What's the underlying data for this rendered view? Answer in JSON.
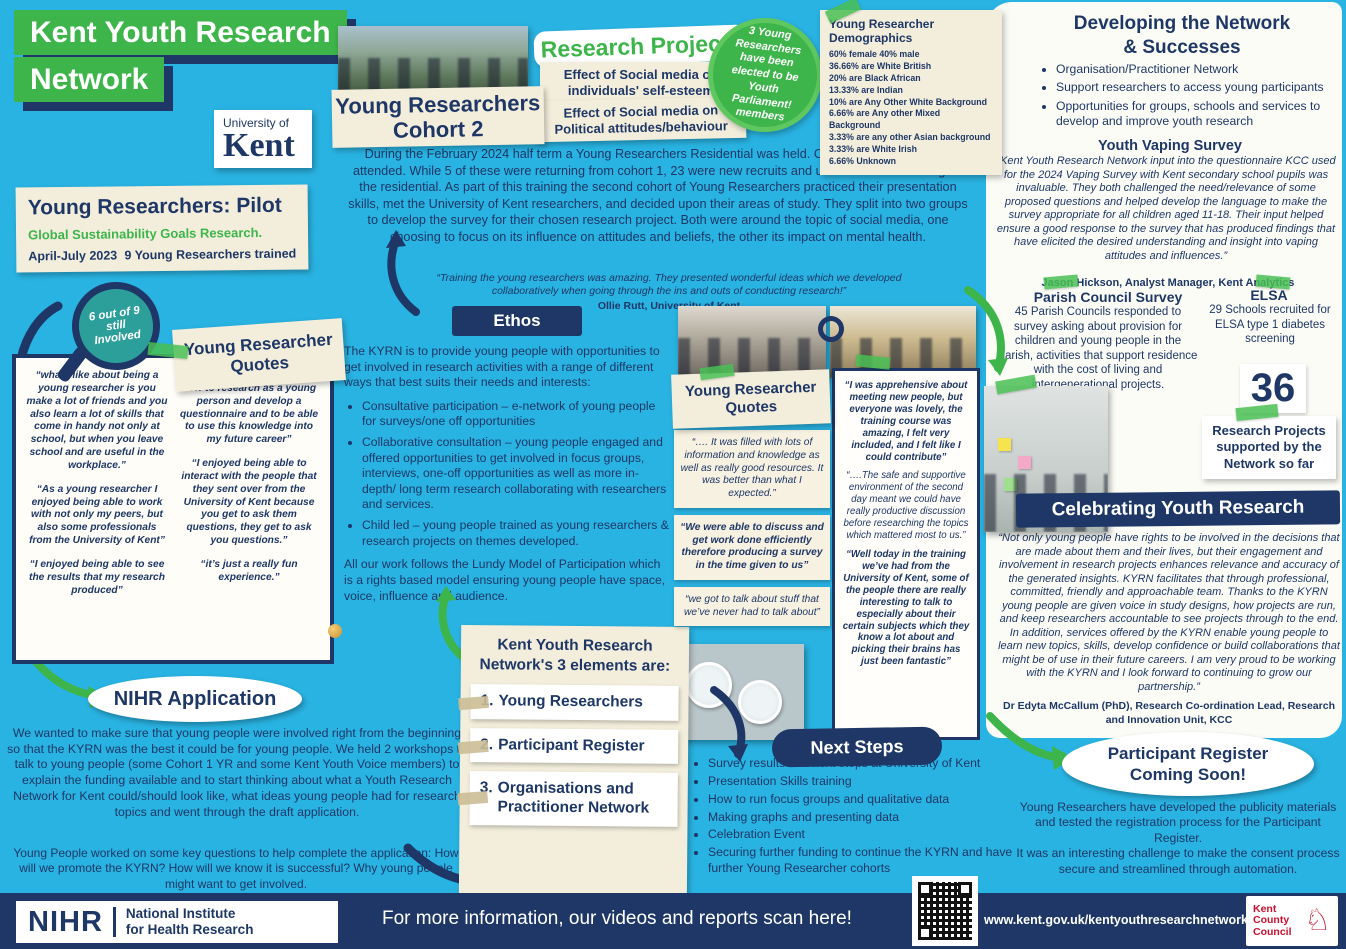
{
  "colors": {
    "background": "#29b3e2",
    "navy": "#1e3766",
    "green": "#3db54a",
    "paper": "#f3eedc",
    "kent_red": "#c8102e"
  },
  "header": {
    "line1": "Kent Youth Research",
    "line2": "Network"
  },
  "uok": {
    "small": "University of",
    "big": "Kent"
  },
  "pilot": {
    "title": "Young Researchers: Pilot",
    "subtitle": "Global Sustainability Goals Research.",
    "date": "April-July 2023",
    "trained": "9 Young Researchers trained"
  },
  "badges": {
    "six_of_nine": "6 out of 9 still Involved",
    "youth_parliament": "3 Young Researchers have been elected to be Youth Parliament! members"
  },
  "quotes_left": {
    "title": "Young Researcher Quotes",
    "col1": [
      "“what I like about being a young researcher is you make a lot of friends and you also learn a lot of skills that come in handy not only at school, but when you leave school and are useful in the workplace.”",
      "“As a young researcher I enjoyed being able to work with not only my peers, but also some professionals from the University of Kent”",
      "“I enjoyed being able to see the results that my research produced”"
    ],
    "col2": [
      "“I’ve learned the skills and how to research as a young person and develop a questionnaire and to be able to use this knowledge into my future career”",
      "“I enjoyed being able to interact with the people that they sent over from the University of Kent because you get to ask them questions, they get to ask you questions.”",
      "“it’s just a really fun experience.”"
    ]
  },
  "cohort2": {
    "title1": "Young Researchers",
    "title2": "Cohort 2",
    "body": "During the February 2024 half term a Young Researchers Residential was held. Overall 28 young people attended. While 5 of these were returning from cohort 1, 23 were new recruits and undertook their training on the residential. As part of this training the second cohort of Young Researchers practiced their presentation skills, met the University of Kent researchers, and decided upon their areas of study. They split into two groups to develop the survey for their chosen research project. Both were around the topic of social media, one choosing to focus on its influence on attitudes and beliefs, the other its impact on mental health.",
    "quote": "“Training the young researchers was amazing. They presented wonderful ideas which we developed collaboratively when going through the ins and outs of conducting research!”",
    "attribution": "Ollie Rutt, University of Kent"
  },
  "research_projects": {
    "title": "Research Projects",
    "project1": "Effect of Social media on individuals' self-esteem",
    "project2": "Effect of Social media on Political attitudes/behaviour"
  },
  "demographics": {
    "title": "Young Researcher Demographics",
    "rows": [
      "60% female 40% male",
      "36.66% are White British",
      "20% are Black African",
      "13.33% are Indian",
      "10% are Any Other White Background",
      "6.66% are Any other Mixed Background",
      "3.33% are any other Asian background",
      "3.33% are White Irish",
      "6.66% Unknown"
    ]
  },
  "developing": {
    "title1": "Developing the Network",
    "title2": "& Successes",
    "bullets": [
      "Organisation/Practitioner Network",
      "Support researchers to access young participants",
      "Opportunities for groups, schools and services to develop and improve youth research"
    ]
  },
  "vaping": {
    "title": "Youth Vaping Survey",
    "quote": "“Kent Youth Research Network input into the questionnaire KCC used for the 2024 Vaping Survey with Kent secondary school pupils was invaluable. They both challenged the need/relevance of some proposed questions and helped develop the language to make the survey appropriate for all children aged 11-18. Their input helped ensure a good response to the survey that has produced findings that have elicited the desired understanding and insight into vaping attitudes and influences.”",
    "attribution": "Jason Hickson, Analyst Manager, Kent Analytics"
  },
  "ethos": {
    "title": "Ethos",
    "intro": "The KYRN is to provide young people with opportunities to get involved in research activities with a range of different ways that best suits their needs and interests:",
    "bullets": [
      "Consultative participation – e-network of young people for surveys/one off opportunities",
      "Collaborative consultation – young people engaged and offered opportunities to get involved in focus groups, interviews, one-off opportunities as well as more in-depth/ long term research collaborating with researchers and services.",
      "Child led – young people trained as young researchers & research projects on themes developed."
    ],
    "lundy": "All our work follows the Lundy Model of Participation which is a rights based model ensuring young people have space, voice, influence and audience."
  },
  "quotes_mid": {
    "title": "Young Researcher Quotes",
    "col1": [
      "“…. It was filled with lots of information and knowledge as well as really good resources. It was better than what I expected.”",
      "“We were able to discuss and get work done efficiently therefore producing a survey in the time given to us”",
      "“we got to talk about stuff that we’ve never had to talk about”"
    ],
    "col2": [
      "“I was apprehensive about meeting new people, but everyone was lovely, the training course was amazing, I felt very included, and I felt like I could contribute”",
      "“….The safe and supportive environment of the second day meant we could have really productive discussion before researching the topics which mattered most to us.”",
      "“Well today in the training we’ve had from the University of Kent, some of the people there are really interesting to talk to especially about their certain subjects which they know a lot about and picking their brains has just been fantastic”"
    ]
  },
  "parish": {
    "title": "Parish Council Survey",
    "body": "45 Parish Councils responded to survey asking about provision for children and young people in the parish, activities that support residence with the cost of living and intergenerational projects."
  },
  "elsa": {
    "title": "ELSA",
    "body": "29 Schools recruited for ELSA type 1 diabetes screening"
  },
  "projects36": {
    "number": "36",
    "label": "Research Projects supported by the Network so far"
  },
  "celebrating": {
    "title": "Celebrating Youth Research",
    "quote": "“Not only young people have rights to be involved in the decisions that are made about them and their lives, but their engagement and involvement in research projects enhances relevance and accuracy of the generated insights. KYRN facilitates that through professional, committed, friendly and approachable team. Thanks to the KYRN young people are given voice in study designs, how projects are run, and keep researchers accountable to see projects through to the end. In addition, services offered by the KYRN enable young people to learn new topics, skills, develop confidence or build collaborations that might be of use in their future careers. I am very proud to be working with the KYRN and I look forward to continuing to grow our partnership.”",
    "attribution": "Dr Edyta McCallum (PhD), Research Co-ordination Lead, Research and Innovation Unit, KCC"
  },
  "nihr_application": {
    "title": "NIHR Application",
    "para1": "We wanted to make sure that young people were involved right from the beginning so that the KYRN was the best it could be for young people. We held 2 workshops to talk to young people (some Cohort 1 YR and some Kent Youth Voice members) to explain the funding available and to start thinking about what a Youth Research Network for Kent could/should look like, what ideas young people had for research topics and went through the draft application.",
    "para2": "Young People worked on some key questions to help complete the application: How will we promote the KYRN? How will we know it is successful? Why young people might want to get involved."
  },
  "elements3": {
    "title": "Kent Youth Research Network's 3 elements are:",
    "items": [
      {
        "n": "1.",
        "label": "Young Researchers"
      },
      {
        "n": "2.",
        "label": "Participant Register"
      },
      {
        "n": "3.",
        "label": "Organisations and Practitioner Network"
      }
    ]
  },
  "next_steps": {
    "title": "Next Steps",
    "bullets": [
      "Survey results and next steps at University of Kent",
      "Presentation Skills training",
      "How to run focus groups and qualitative data",
      "Making graphs and presenting data",
      "Celebration Event",
      "Securing further funding to continue the KYRN and have further Young Researcher cohorts"
    ]
  },
  "register": {
    "title": "Participant Register Coming Soon!",
    "para1": "Young Researchers have developed the publicity materials and tested the registration process for the Participant Register.",
    "para2": "It was an interesting challenge to make the consent process secure and streamlined through automation."
  },
  "footer": {
    "nihr": "NIHR",
    "inst1": "National Institute",
    "inst2": "for Health Research",
    "cta": "For more information, our videos and reports scan here!",
    "url": "www.kent.gov.uk/kentyouthresearchnetwork",
    "kcc1": "Kent",
    "kcc2": "County",
    "kcc3": "Council"
  }
}
